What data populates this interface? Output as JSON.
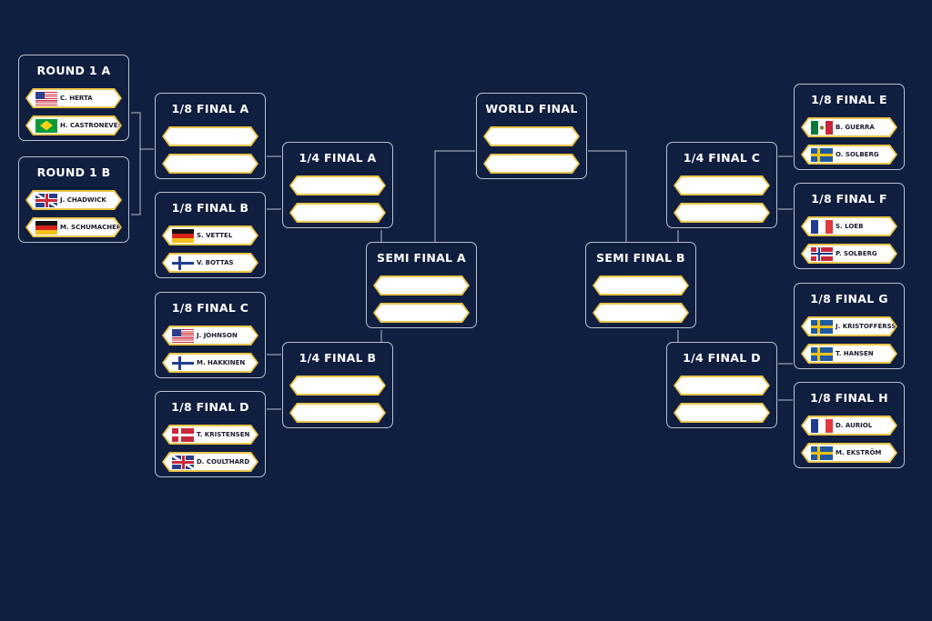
{
  "boxes": [
    {
      "id": "round-1-a",
      "title": "ROUND 1 A",
      "slots": [
        {
          "name": "C. HERTA",
          "flag": "usa-flag-icon"
        },
        {
          "name": "H. CASTRONEVES",
          "flag": "brazil-flag-icon"
        }
      ]
    },
    {
      "id": "round-1-b",
      "title": "ROUND 1 B",
      "slots": [
        {
          "name": "J. CHADWICK",
          "flag": "uk-flag-icon"
        },
        {
          "name": "M. SCHUMACHER",
          "flag": "germany-flag-icon"
        }
      ]
    },
    {
      "id": "eighth-final-a",
      "title": "1/8 FINAL A",
      "slots": [
        {
          "name": ""
        },
        {
          "name": ""
        }
      ]
    },
    {
      "id": "eighth-final-b",
      "title": "1/8 FINAL B",
      "slots": [
        {
          "name": "S. VETTEL",
          "flag": "germany-flag-icon"
        },
        {
          "name": "V. BOTTAS",
          "flag": "finland-flag-icon"
        }
      ]
    },
    {
      "id": "eighth-final-c",
      "title": "1/8 FINAL C",
      "slots": [
        {
          "name": "J. JOHNSON",
          "flag": "usa-flag-icon"
        },
        {
          "name": "M. HAKKINEN",
          "flag": "finland-flag-icon"
        }
      ]
    },
    {
      "id": "eighth-final-d",
      "title": "1/8 FINAL D",
      "slots": [
        {
          "name": "T. KRISTENSEN",
          "flag": "denmark-flag-icon"
        },
        {
          "name": "D. COULTHARD",
          "flag": "uk-flag-icon"
        }
      ]
    },
    {
      "id": "quarter-final-a",
      "title": "1/4 FINAL A",
      "slots": [
        {
          "name": ""
        },
        {
          "name": ""
        }
      ]
    },
    {
      "id": "quarter-final-b",
      "title": "1/4 FINAL B",
      "slots": [
        {
          "name": ""
        },
        {
          "name": ""
        }
      ]
    },
    {
      "id": "semi-final-a",
      "title": "SEMI FINAL A",
      "slots": [
        {
          "name": ""
        },
        {
          "name": ""
        }
      ]
    },
    {
      "id": "world-final",
      "title": "WORLD FINAL",
      "slots": [
        {
          "name": ""
        },
        {
          "name": ""
        }
      ]
    },
    {
      "id": "semi-final-b",
      "title": "SEMI FINAL B",
      "slots": [
        {
          "name": ""
        },
        {
          "name": ""
        }
      ]
    },
    {
      "id": "quarter-final-c",
      "title": "1/4 FINAL C",
      "slots": [
        {
          "name": ""
        },
        {
          "name": ""
        }
      ]
    },
    {
      "id": "quarter-final-d",
      "title": "1/4 FINAL D",
      "slots": [
        {
          "name": ""
        },
        {
          "name": ""
        }
      ]
    },
    {
      "id": "eighth-final-e",
      "title": "1/8 FINAL E",
      "slots": [
        {
          "name": "B. GUERRA",
          "flag": "mexico-flag-icon"
        },
        {
          "name": "O. SOLBERG",
          "flag": "sweden-flag-icon"
        }
      ]
    },
    {
      "id": "eighth-final-f",
      "title": "1/8 FINAL  F",
      "slots": [
        {
          "name": "S. LOEB",
          "flag": "france-flag-icon"
        },
        {
          "name": "P. SOLBERG",
          "flag": "norway-flag-icon"
        }
      ]
    },
    {
      "id": "eighth-final-g",
      "title": "1/8 FINAL  G",
      "slots": [
        {
          "name": "J. KRISTOFFERSSON",
          "flag": "sweden-flag-icon"
        },
        {
          "name": "T. HANSEN",
          "flag": "sweden-flag-icon"
        }
      ]
    },
    {
      "id": "eighth-final-h",
      "title": "1/8 FINAL  H",
      "slots": [
        {
          "name": "D. AURIOL",
          "flag": "france-flag-icon"
        },
        {
          "name": "M. EKSTRÖM",
          "flag": "sweden-flag-icon"
        }
      ]
    }
  ],
  "colors": {
    "background": "#101e3f",
    "slot_border": "#e9c44a",
    "line": "#b9c0d0"
  }
}
